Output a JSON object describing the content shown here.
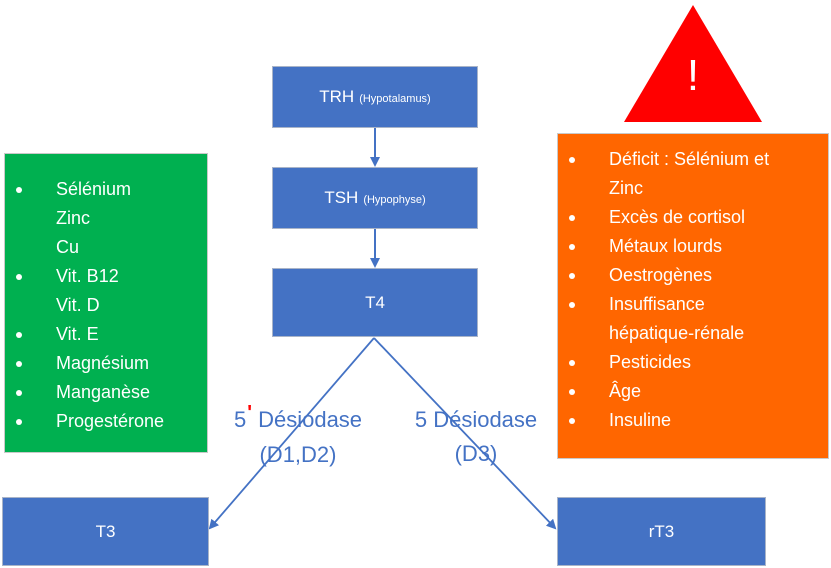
{
  "flow": {
    "trh": {
      "label": "TRH",
      "sub": "(Hypotalamus)"
    },
    "tsh": {
      "label": "TSH",
      "sub": "(Hypophyse)"
    },
    "t4": {
      "label": "T4"
    },
    "t3": {
      "label": "T3"
    },
    "rt3": {
      "label": "rT3"
    }
  },
  "enzymes": {
    "left": {
      "prefix": "5",
      "prime": "'",
      "name": "Désiodase",
      "detail": "(D1,D2)"
    },
    "right": {
      "prefix": "5",
      "name": "Désiodase",
      "detail": "(D3)"
    }
  },
  "cofactors": {
    "color": "#00b050",
    "items": [
      {
        "text": "Sélénium",
        "bullet": true
      },
      {
        "text": "Zinc",
        "bullet": false
      },
      {
        "text": "Cu",
        "bullet": false
      },
      {
        "text": "Vit. B12",
        "bullet": true
      },
      {
        "text": "Vit. D",
        "bullet": false
      },
      {
        "text": "Vit. E",
        "bullet": true
      },
      {
        "text": "Magnésium",
        "bullet": true
      },
      {
        "text": "Manganèse",
        "bullet": true
      },
      {
        "text": "Progestérone",
        "bullet": true
      }
    ]
  },
  "warning": {
    "symbol": "!",
    "triangle_color": "#ff0000",
    "panel_color": "#ff6600",
    "items": [
      {
        "text": "Déficit : Sélénium et",
        "bullet": true
      },
      {
        "text": "Zinc",
        "bullet": false
      },
      {
        "text": "Excès de cortisol",
        "bullet": true
      },
      {
        "text": "Métaux lourds",
        "bullet": true
      },
      {
        "text": "Oestrogènes",
        "bullet": true
      },
      {
        "text": "Insuffisance",
        "bullet": true
      },
      {
        "text": "hépatique-rénale",
        "bullet": false
      },
      {
        "text": "Pesticides",
        "bullet": true
      },
      {
        "text": "Âge",
        "bullet": true
      },
      {
        "text": "Insuline",
        "bullet": true
      }
    ]
  }
}
